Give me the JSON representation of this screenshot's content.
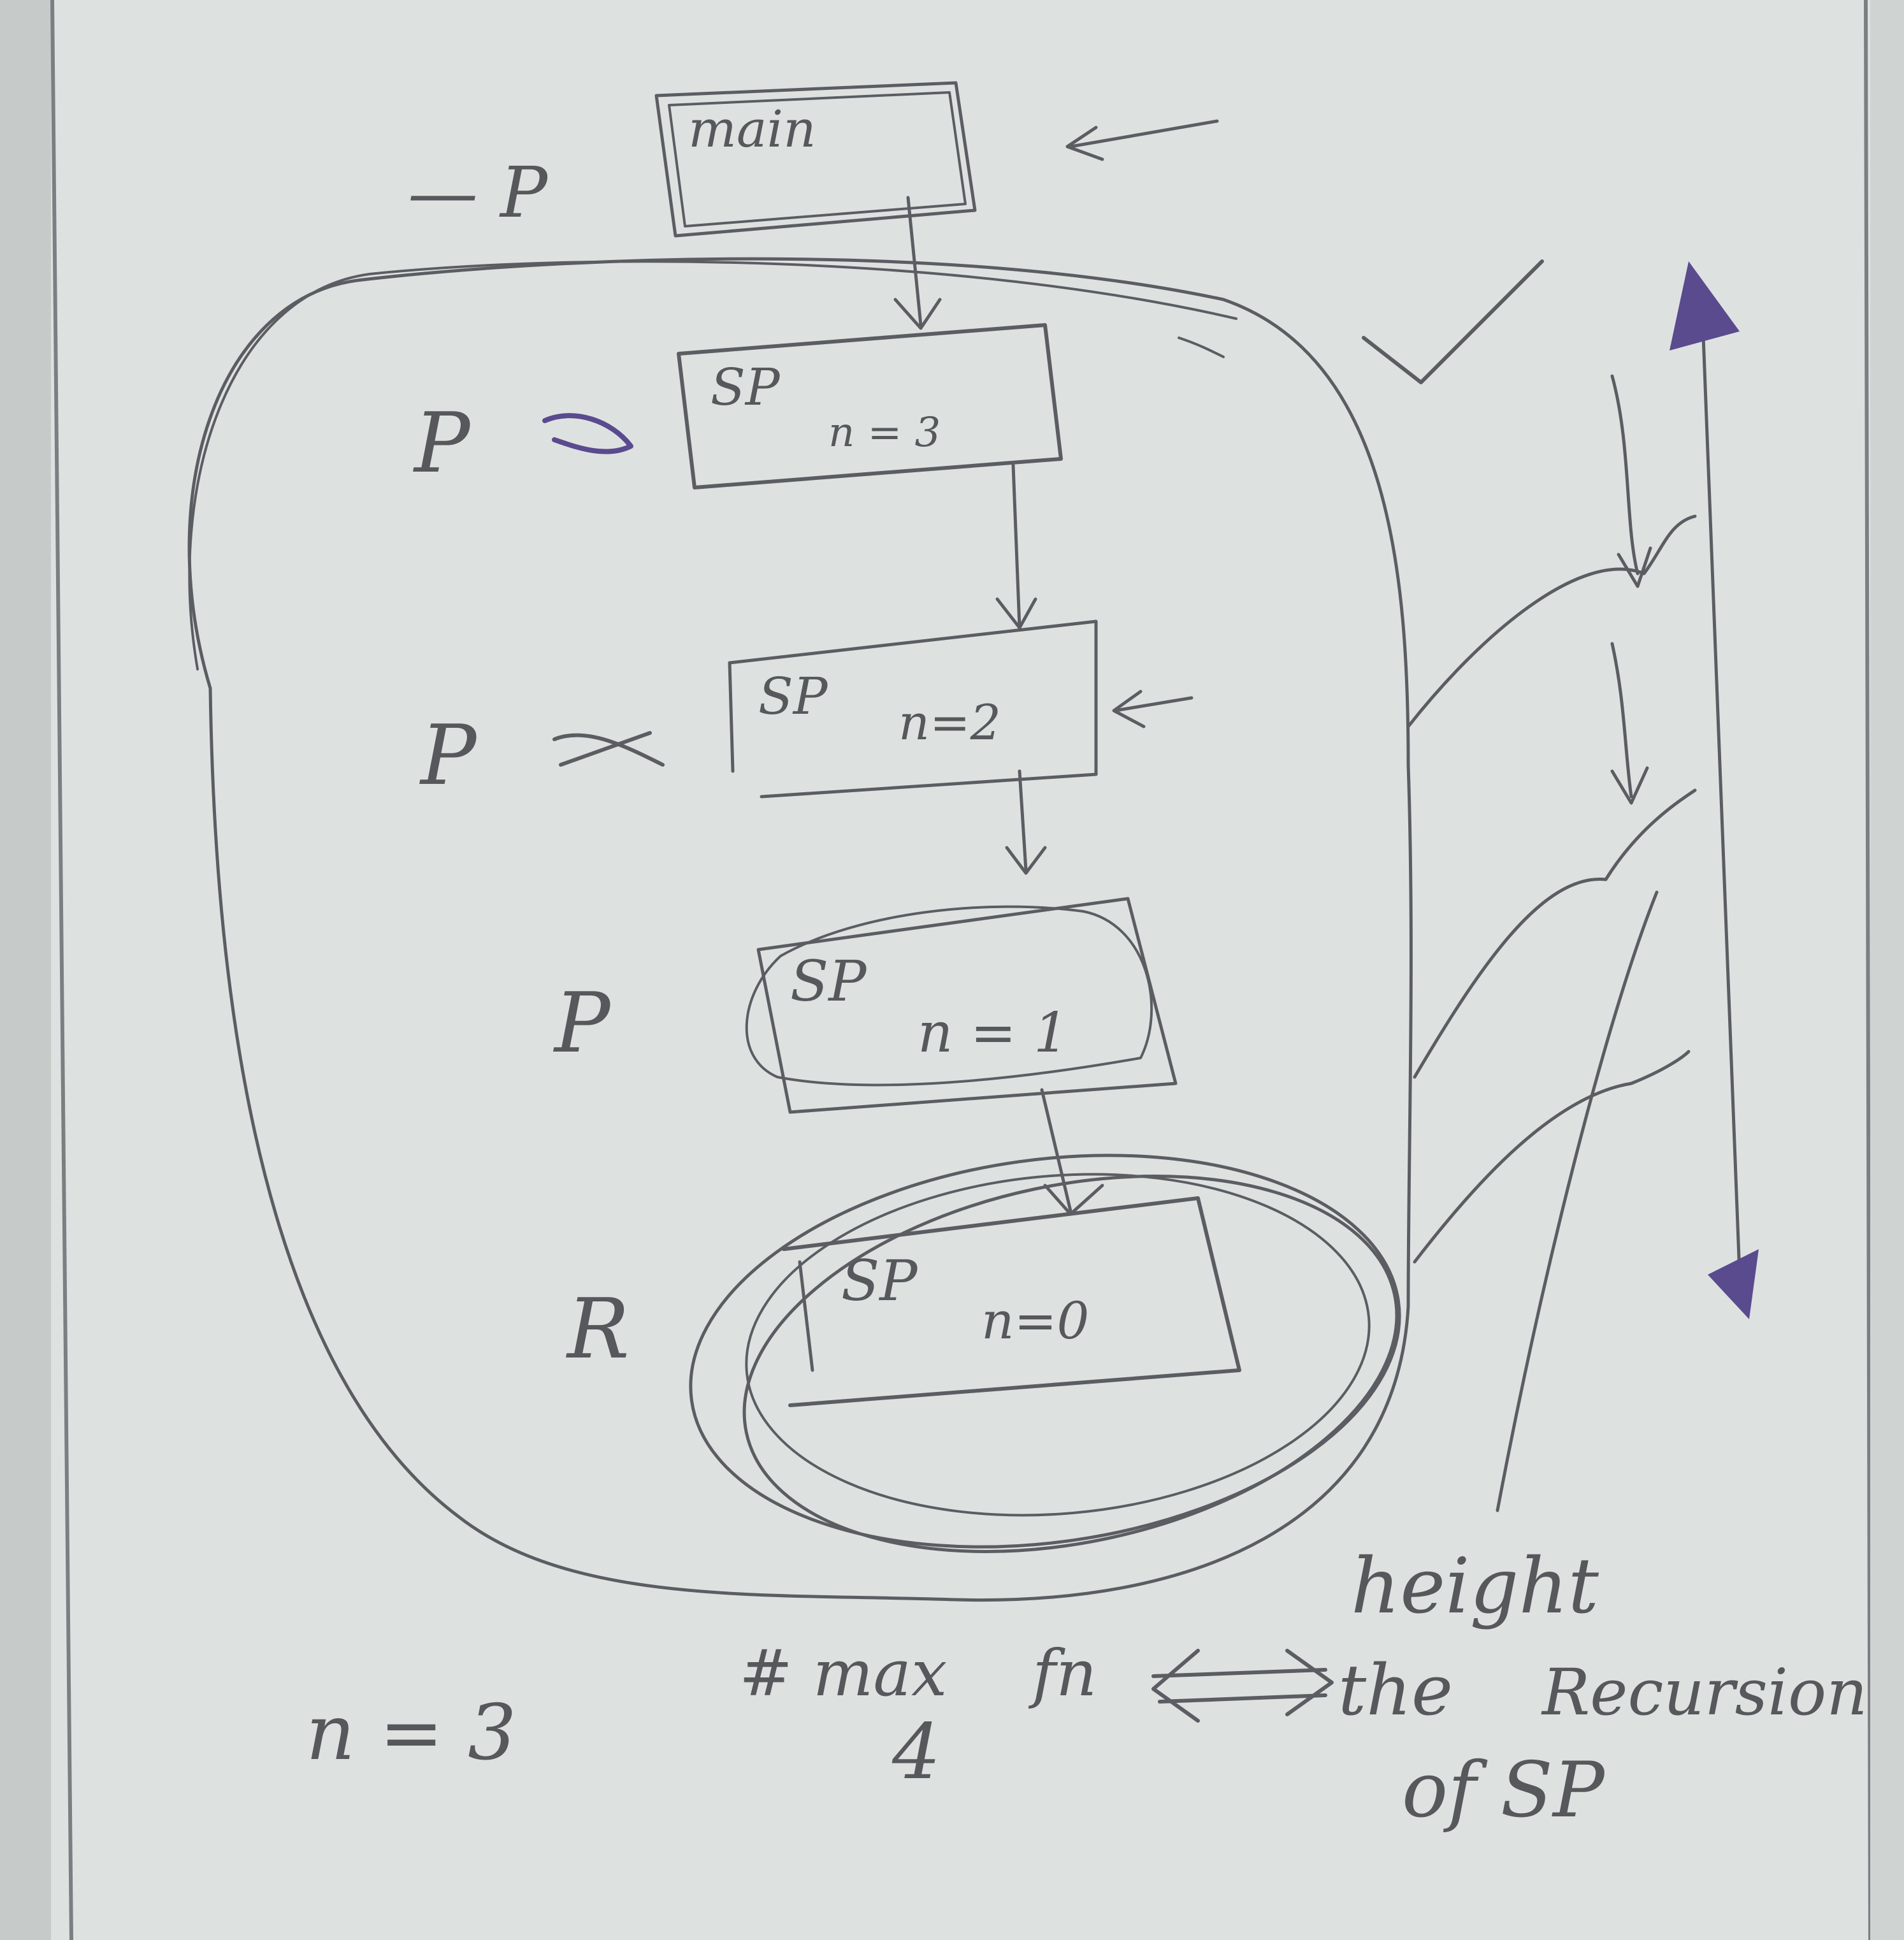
{
  "diagram": {
    "frames": [
      {
        "title": "main",
        "value": ""
      },
      {
        "title": "SP",
        "value": "n = 3"
      },
      {
        "title": "SP",
        "value": "n=2"
      },
      {
        "title": "SP",
        "value": "n = 1"
      },
      {
        "title": "SP",
        "value": "n=0"
      }
    ],
    "side_labels": [
      "— P",
      "P",
      "P",
      "P",
      "R"
    ],
    "bottom": {
      "n_value": "n = 3",
      "max_label": "# max",
      "max_value": "4",
      "relation_left": "fn",
      "height_label": "height",
      "the_label": "the",
      "recursion_label": "Recursion",
      "of_sp_label": "of SP"
    },
    "colors": {
      "board": "#dde2e1",
      "ink": "#5b5d62",
      "marker_purple": "#5a4a8e"
    }
  }
}
